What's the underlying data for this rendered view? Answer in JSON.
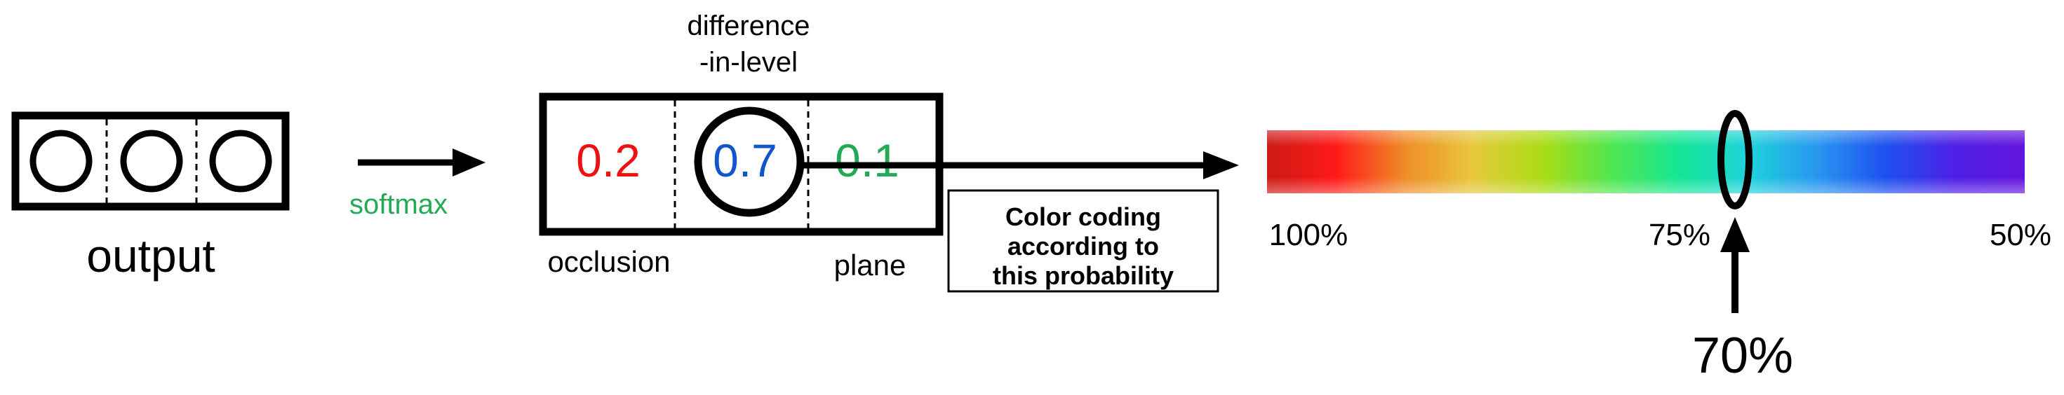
{
  "output_block": {
    "label": "output"
  },
  "softmax_arrow": {
    "label": "softmax",
    "label_color": "#22aa55"
  },
  "probability_box": {
    "values": [
      {
        "value": "0.2",
        "color": "#ee1111",
        "class_label": "occlusion"
      },
      {
        "value": "0.7",
        "color": "#1155cc",
        "class_label": "difference\n-in-level"
      },
      {
        "value": "0.1",
        "color": "#22aa55",
        "class_label": "plane"
      }
    ],
    "top_label_line1": "difference",
    "top_label_line2": "-in-level"
  },
  "note_box": {
    "line1": "Color coding",
    "line2": "according to",
    "line3": "this probability"
  },
  "color_bar": {
    "tick_left": "100%",
    "tick_mid": "75%",
    "tick_right": "50%",
    "gradient": [
      "#cc1a14",
      "#ff1a1a",
      "#f08c28",
      "#e6c83c",
      "#aadc14",
      "#50e650",
      "#14e696",
      "#1ed2dc",
      "#2896f0",
      "#1e50f0",
      "#501ee6",
      "#6414dc"
    ],
    "marker_label": "70%",
    "marker_value_percent": 70
  }
}
